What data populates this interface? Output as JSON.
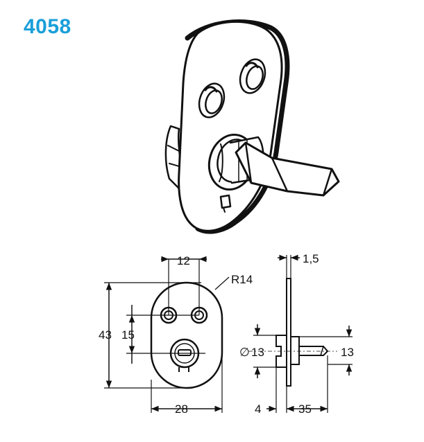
{
  "product": {
    "code": "4058"
  },
  "dimensions": {
    "hole_spacing": "12",
    "radius": "R14",
    "total_height": "43",
    "hole_to_center": "15",
    "width": "28",
    "thickness": "1,5",
    "diameter": "13",
    "lever_height": "13",
    "depth_back": "4",
    "depth_front": "35"
  },
  "colors": {
    "code": "#1a9fd9",
    "line": "#111111"
  }
}
